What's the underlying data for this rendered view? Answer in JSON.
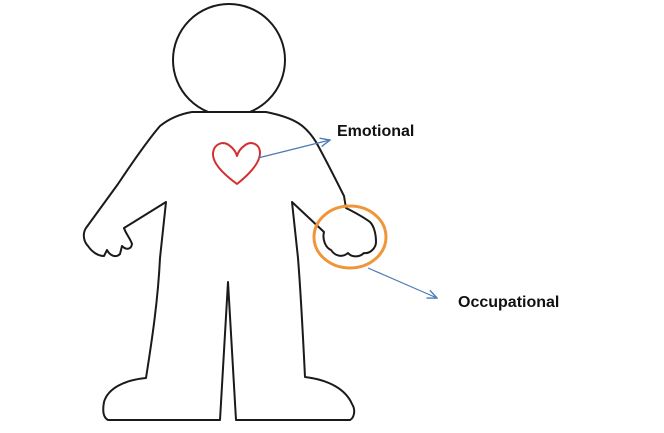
{
  "labels": {
    "emotional": "Emotional",
    "occupational": "Occupational"
  },
  "colors": {
    "outline": "#1a1a1a",
    "heart": "#d32f2f",
    "hand_circle": "#f0953a",
    "arrow": "#4a7ab5"
  },
  "icons": {
    "heart": "heart-icon",
    "highlight": "circle-highlight"
  }
}
